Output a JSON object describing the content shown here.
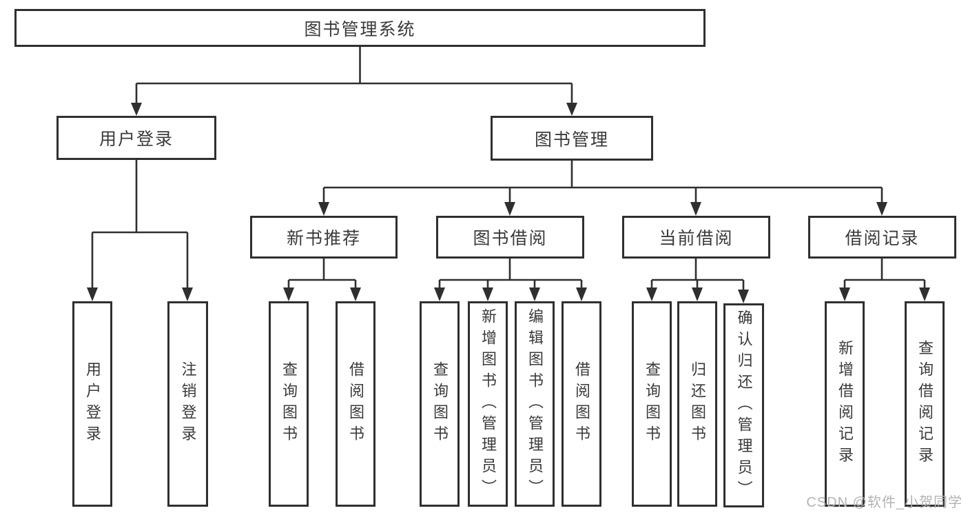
{
  "nodes": {
    "root": "图书管理系统",
    "user_login": "用户登录",
    "book_management": "图书管理",
    "new_book_recommend": "新书推荐",
    "book_borrow": "图书借阅",
    "current_borrow": "当前借阅",
    "borrow_records": "借阅记录",
    "leaves": {
      "user_login": [
        "用户登录",
        "注销登录"
      ],
      "new_book_recommend": [
        "查询图书",
        "借阅图书"
      ],
      "book_borrow": [
        "查询图书",
        "新增图书（管理员）",
        "编辑图书（管理员）",
        "借阅图书"
      ],
      "current_borrow": [
        "查询图书",
        "归还图书",
        "确认归还（管理员）"
      ],
      "borrow_records": [
        "新增借阅记录",
        "查询借阅记录"
      ]
    }
  },
  "watermark": "CSDN @软件_小贺同学",
  "colors": {
    "line": "#2f2f2f",
    "text": "#3a3a3a",
    "watermark": "#b3b3b3",
    "background": "#ffffff"
  }
}
